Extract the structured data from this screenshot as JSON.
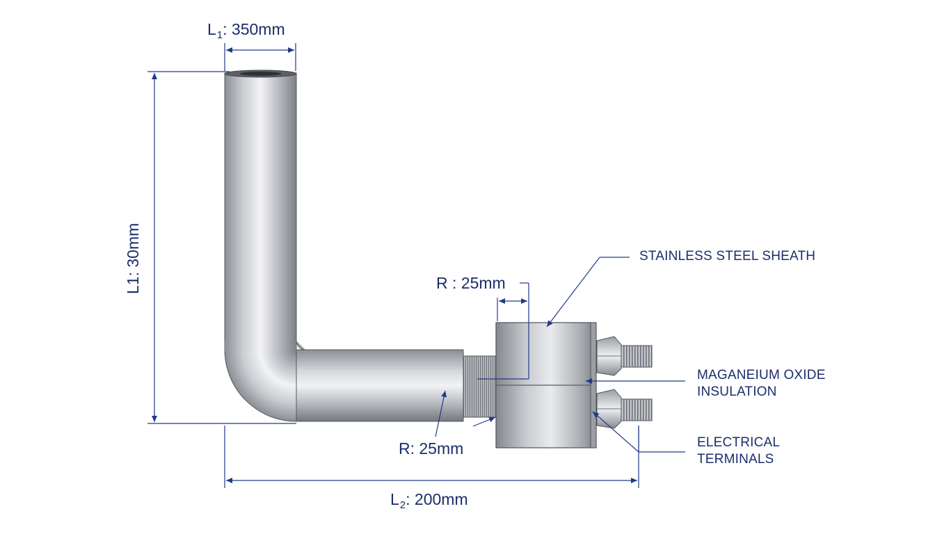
{
  "labels": {
    "dim_top": {
      "base": "L",
      "sub": "1",
      "rest": ": 350mm"
    },
    "dim_left": "L1: 30mm",
    "dim_bottom": {
      "base": "L",
      "sub": "2",
      "rest": ": 200mm"
    },
    "dim_radius_top": "R : 25mm",
    "dim_radius_bottom": "R: 25mm"
  },
  "callouts": {
    "sheath": [
      "STAINLESS STEEL SHEATH"
    ],
    "insulation": [
      "MAGANEIUM OXIDE",
      "INSULATION"
    ],
    "terminals": [
      "ELECTRICAL",
      "TERMINALS"
    ]
  },
  "colors": {
    "ink": "#1b2d6b",
    "line": "#1f3a8a",
    "steel_dark": "#7a7d83",
    "steel_light": "#eceef0",
    "background": "#ffffff"
  }
}
